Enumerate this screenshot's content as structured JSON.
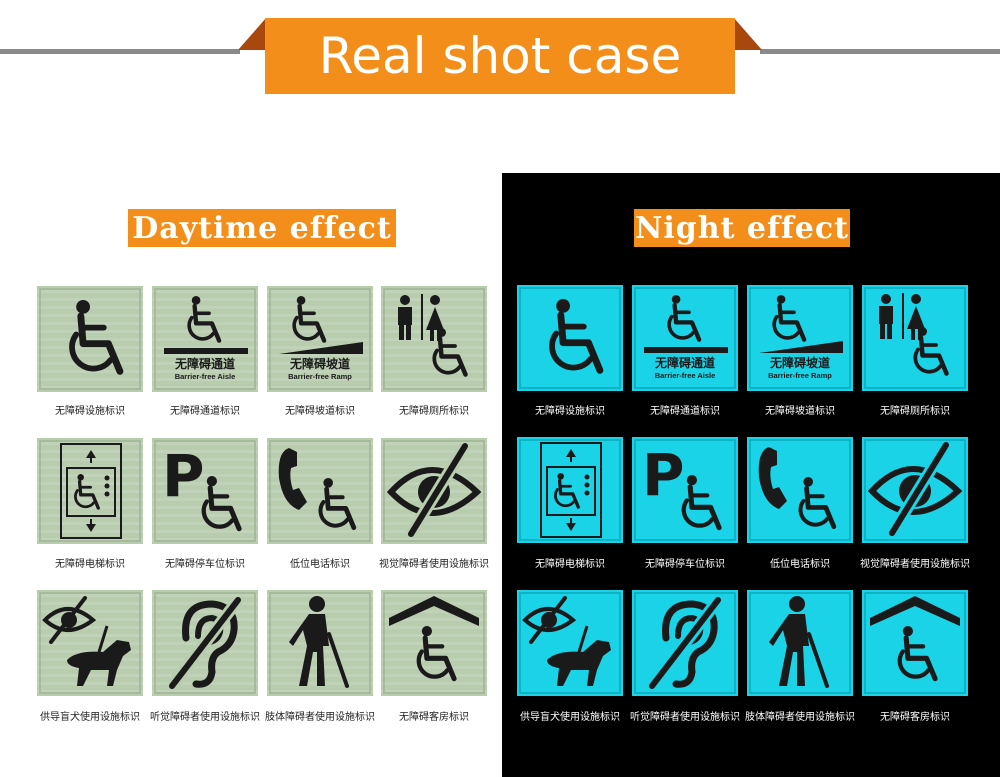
{
  "header": {
    "title": "Real shot case"
  },
  "sections": {
    "day": {
      "label": "Daytime effect"
    },
    "night": {
      "label": "Night effect"
    }
  },
  "colors": {
    "accent": "#f38e1a",
    "day_sign_bg": "#b8ccae",
    "night_sign_bg": "#1ad3e6",
    "symbol": "#1a1a1a"
  },
  "signs": [
    {
      "icon": "wheelchair-icon",
      "caption": "无障碍设施标识"
    },
    {
      "icon": "barrier-free-aisle-icon",
      "caption": "无障碍通道标识",
      "cn_text": "无障碍通道",
      "en_text": "Barrier-free Aisle"
    },
    {
      "icon": "barrier-free-ramp-icon",
      "caption": "无障碍坡道标识",
      "cn_text": "无障碍坡道",
      "en_text": "Barrier-free Ramp"
    },
    {
      "icon": "accessible-toilet-icon",
      "caption": "无障碍厕所标识"
    },
    {
      "icon": "accessible-elevator-icon",
      "caption": "无障碍电梯标识"
    },
    {
      "icon": "accessible-parking-icon",
      "caption": "无障碍停车位标识"
    },
    {
      "icon": "low-telephone-icon",
      "caption": "低位电话标识"
    },
    {
      "icon": "visually-impaired-icon",
      "caption": "视觉障碍者使用设施标识"
    },
    {
      "icon": "guide-dog-icon",
      "caption": "供导盲犬使用设施标识"
    },
    {
      "icon": "hearing-impaired-icon",
      "caption": "听觉障碍者使用设施标识"
    },
    {
      "icon": "mobility-impaired-icon",
      "caption": "肢体障碍者使用设施标识"
    },
    {
      "icon": "accessible-room-icon",
      "caption": "无障碍客房标识"
    }
  ]
}
